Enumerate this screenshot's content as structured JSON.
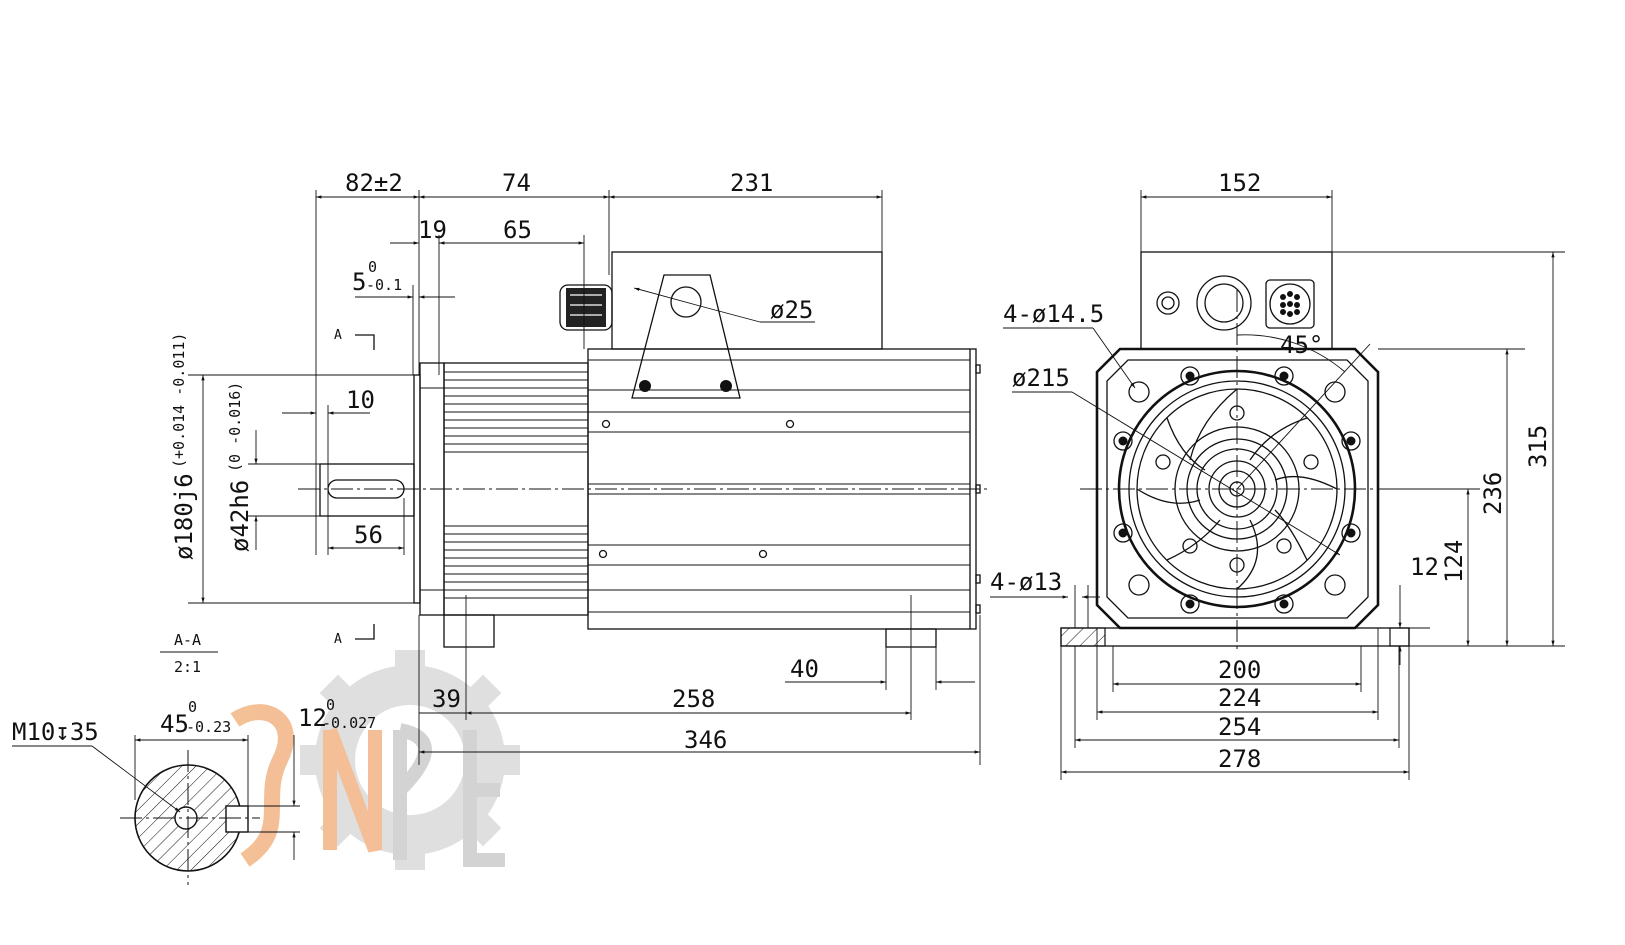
{
  "drawing": {
    "side_view": {
      "dims": {
        "d82": "82±2",
        "d74": "74",
        "d231": "231",
        "d19": "19",
        "d65": "65",
        "d5_base": "5",
        "d5_upper": "0",
        "d5_lower": "-0.1",
        "d10": "10",
        "d56": "56",
        "d25": "ø25",
        "d180": "ø180j6",
        "d180_tol": "(+0.014 -0.011)",
        "d42": "ø42h6",
        "d42_tol": "(0 -0.016)",
        "d40": "40",
        "d39": "39",
        "d258": "258",
        "d346": "346"
      },
      "section_marks": {
        "top": "A",
        "bottom": "A"
      }
    },
    "section": {
      "title": "A-A",
      "scale": "2:1",
      "thread": "M10",
      "thread_symbol": "↧",
      "thread_depth": "35",
      "d45_base": "45",
      "d45_upper": "0",
      "d45_lower": "-0.23",
      "d12_base": "12",
      "d12_upper": "0",
      "d12_lower": "-0.027"
    },
    "front_view": {
      "dims": {
        "d152": "152",
        "holes_top": "4-ø14.5",
        "d215": "ø215",
        "angle": "45°",
        "holes_bottom": "4-ø13",
        "d315": "315",
        "d236": "236",
        "d124": "124",
        "d12": "12",
        "d200": "200",
        "d224": "224",
        "d254": "254",
        "d278": "278"
      }
    }
  },
  "colors": {
    "line": "#111111",
    "watermark_gray": "#d9d9d9",
    "watermark_orange": "#f3b98b"
  }
}
